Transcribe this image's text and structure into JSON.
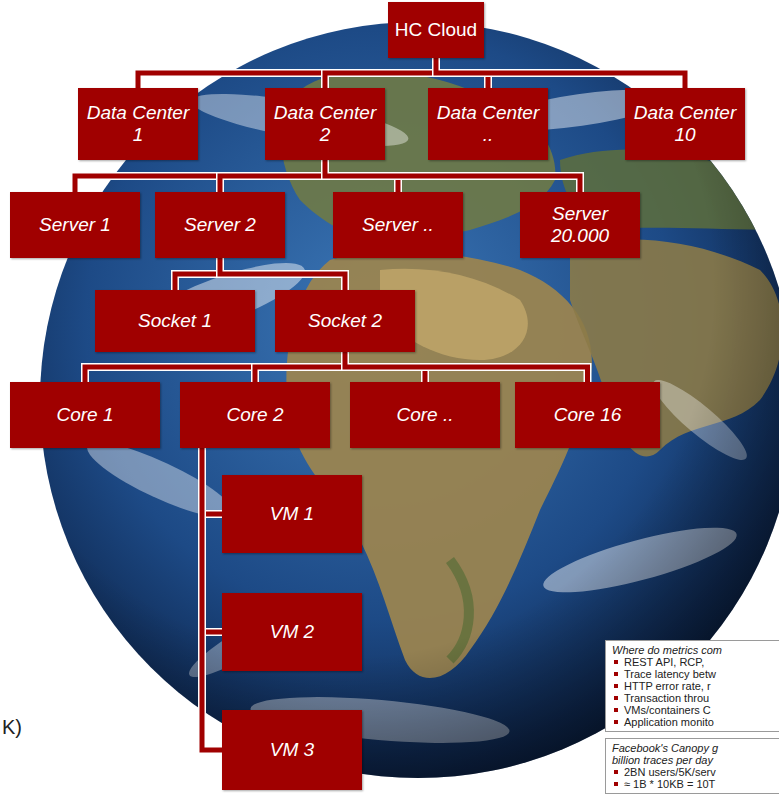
{
  "diagram": {
    "nodes": [
      {
        "text": [
          "HC Cloud"
        ]
      },
      {
        "text": [
          "Data Center 1"
        ]
      },
      {
        "text": [
          "Data Center 2"
        ]
      },
      {
        "text": [
          "Data Center .."
        ]
      },
      {
        "text": [
          "Data Center 10"
        ]
      },
      {
        "text": [
          "Server 1"
        ]
      },
      {
        "text": [
          "Server 2"
        ]
      },
      {
        "text": [
          "Server .."
        ]
      },
      {
        "text": [
          "Server 20.000"
        ]
      },
      {
        "text": [
          "Socket 1"
        ]
      },
      {
        "text": [
          "Socket 2"
        ]
      },
      {
        "text": [
          "Core 1"
        ]
      },
      {
        "text": [
          "Core 2"
        ]
      },
      {
        "text": [
          "Core .."
        ]
      },
      {
        "text": [
          "Core 16"
        ]
      },
      {
        "text": [
          "VM 1"
        ]
      },
      {
        "text": [
          "VM 2"
        ]
      },
      {
        "text": [
          "VM 3"
        ]
      },
      {
        "text": [
          "Where do metrics com",
          "REST API, RCP,",
          "Trace latency betw",
          "HTTP error rate, r",
          "Transaction throu",
          "VMs/containers C",
          "Application monito"
        ]
      },
      {
        "text": [
          "Facebook's Canopy g billion traces per day",
          "2BN users/5K/serv",
          "≈ 1B * 10KB = 10T"
        ]
      }
    ],
    "edges": [
      {
        "from": 0,
        "to": 1,
        "arrow": "none"
      },
      {
        "from": 0,
        "to": 2,
        "arrow": "none"
      },
      {
        "from": 0,
        "to": 3,
        "arrow": "none"
      },
      {
        "from": 0,
        "to": 4,
        "arrow": "none"
      },
      {
        "from": 2,
        "to": 5,
        "arrow": "none"
      },
      {
        "from": 2,
        "to": 6,
        "arrow": "none"
      },
      {
        "from": 2,
        "to": 7,
        "arrow": "none"
      },
      {
        "from": 2,
        "to": 8,
        "arrow": "none"
      },
      {
        "from": 6,
        "to": 9,
        "arrow": "none"
      },
      {
        "from": 6,
        "to": 10,
        "arrow": "none"
      },
      {
        "from": 10,
        "to": 11,
        "arrow": "none"
      },
      {
        "from": 10,
        "to": 12,
        "arrow": "none"
      },
      {
        "from": 10,
        "to": 13,
        "arrow": "none"
      },
      {
        "from": 10,
        "to": 14,
        "arrow": "none"
      },
      {
        "from": 12,
        "to": 15,
        "arrow": "none"
      },
      {
        "from": 12,
        "to": 16,
        "arrow": "none"
      },
      {
        "from": 12,
        "to": 17,
        "arrow": "none"
      }
    ],
    "labels": [
      "K)"
    ]
  }
}
